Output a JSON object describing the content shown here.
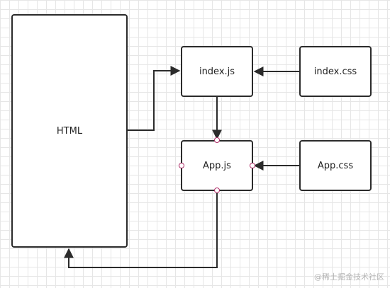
{
  "nodes": {
    "html": "HTML",
    "index_js": "index.js",
    "index_css": "index.css",
    "app_js": "App.js",
    "app_css": "App.css"
  },
  "edges": [
    {
      "from": "HTML",
      "to": "index.js"
    },
    {
      "from": "index.css",
      "to": "index.js"
    },
    {
      "from": "index.js",
      "to": "App.js"
    },
    {
      "from": "App.css",
      "to": "App.js"
    },
    {
      "from": "App.js",
      "to": "HTML"
    }
  ],
  "watermark": "@稀土掘金技术社区",
  "colors": {
    "line": "#2b2b2b",
    "grid": "#e6e6e6",
    "handle": "#b0306a"
  }
}
